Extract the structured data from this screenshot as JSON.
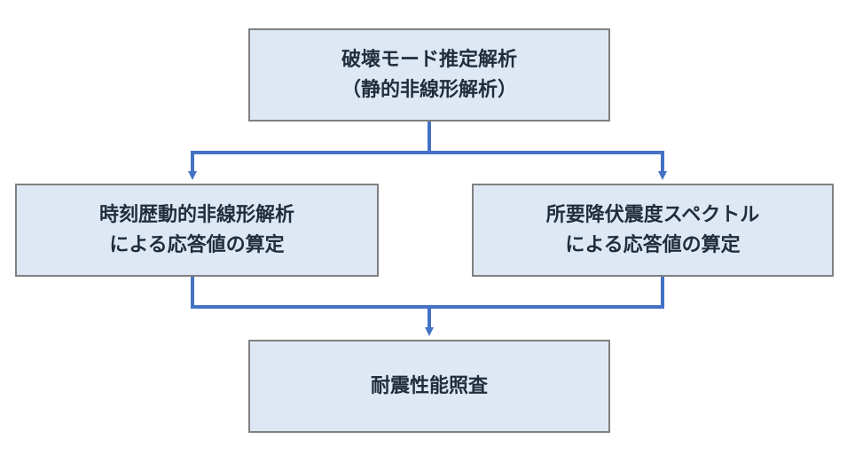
{
  "diagram": {
    "nodes": {
      "top": {
        "line1": "破壊モード推定解析",
        "line2": "（静的非線形解析）"
      },
      "left": {
        "line1": "時刻歴動的非線形解析",
        "line2": "による応答値の算定"
      },
      "right": {
        "line1": "所要降伏震度スペクトル",
        "line2": "による応答値の算定"
      },
      "bottom": {
        "line1": "耐震性能照査"
      }
    },
    "colors": {
      "box_fill": "#dde8f4",
      "box_border": "#808080",
      "arrow": "#4472c4",
      "text": "#1f2d3d"
    },
    "edges": [
      {
        "from": "top",
        "to": "left"
      },
      {
        "from": "top",
        "to": "right"
      },
      {
        "from": "left",
        "to": "bottom"
      },
      {
        "from": "right",
        "to": "bottom"
      }
    ]
  }
}
